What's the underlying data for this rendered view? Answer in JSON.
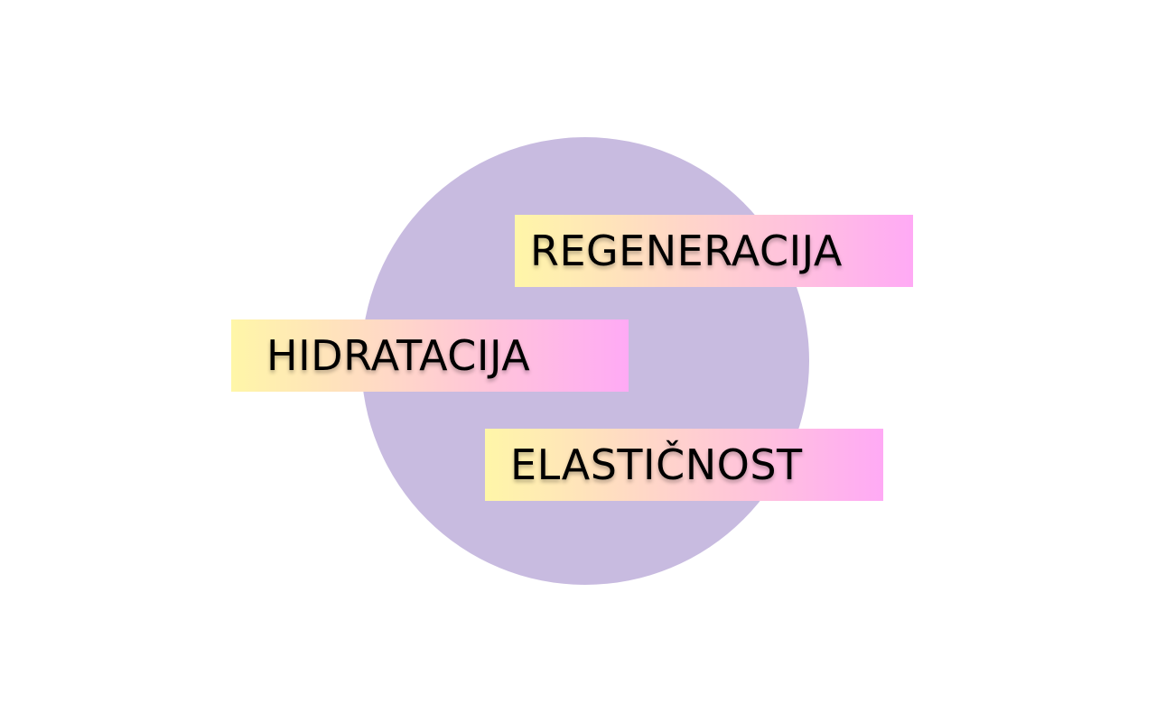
{
  "colors": {
    "background": "#ffffff",
    "circle": "#c8bbe0",
    "gradient_start": "#fff6a8",
    "gradient_end": "#ffaaf5",
    "text": "#000000"
  },
  "labels": {
    "regeneracija": "REGENERACIJA",
    "hidratacija": "HIDRATACIJA",
    "elasticnost": "ELASTIČNOST"
  }
}
